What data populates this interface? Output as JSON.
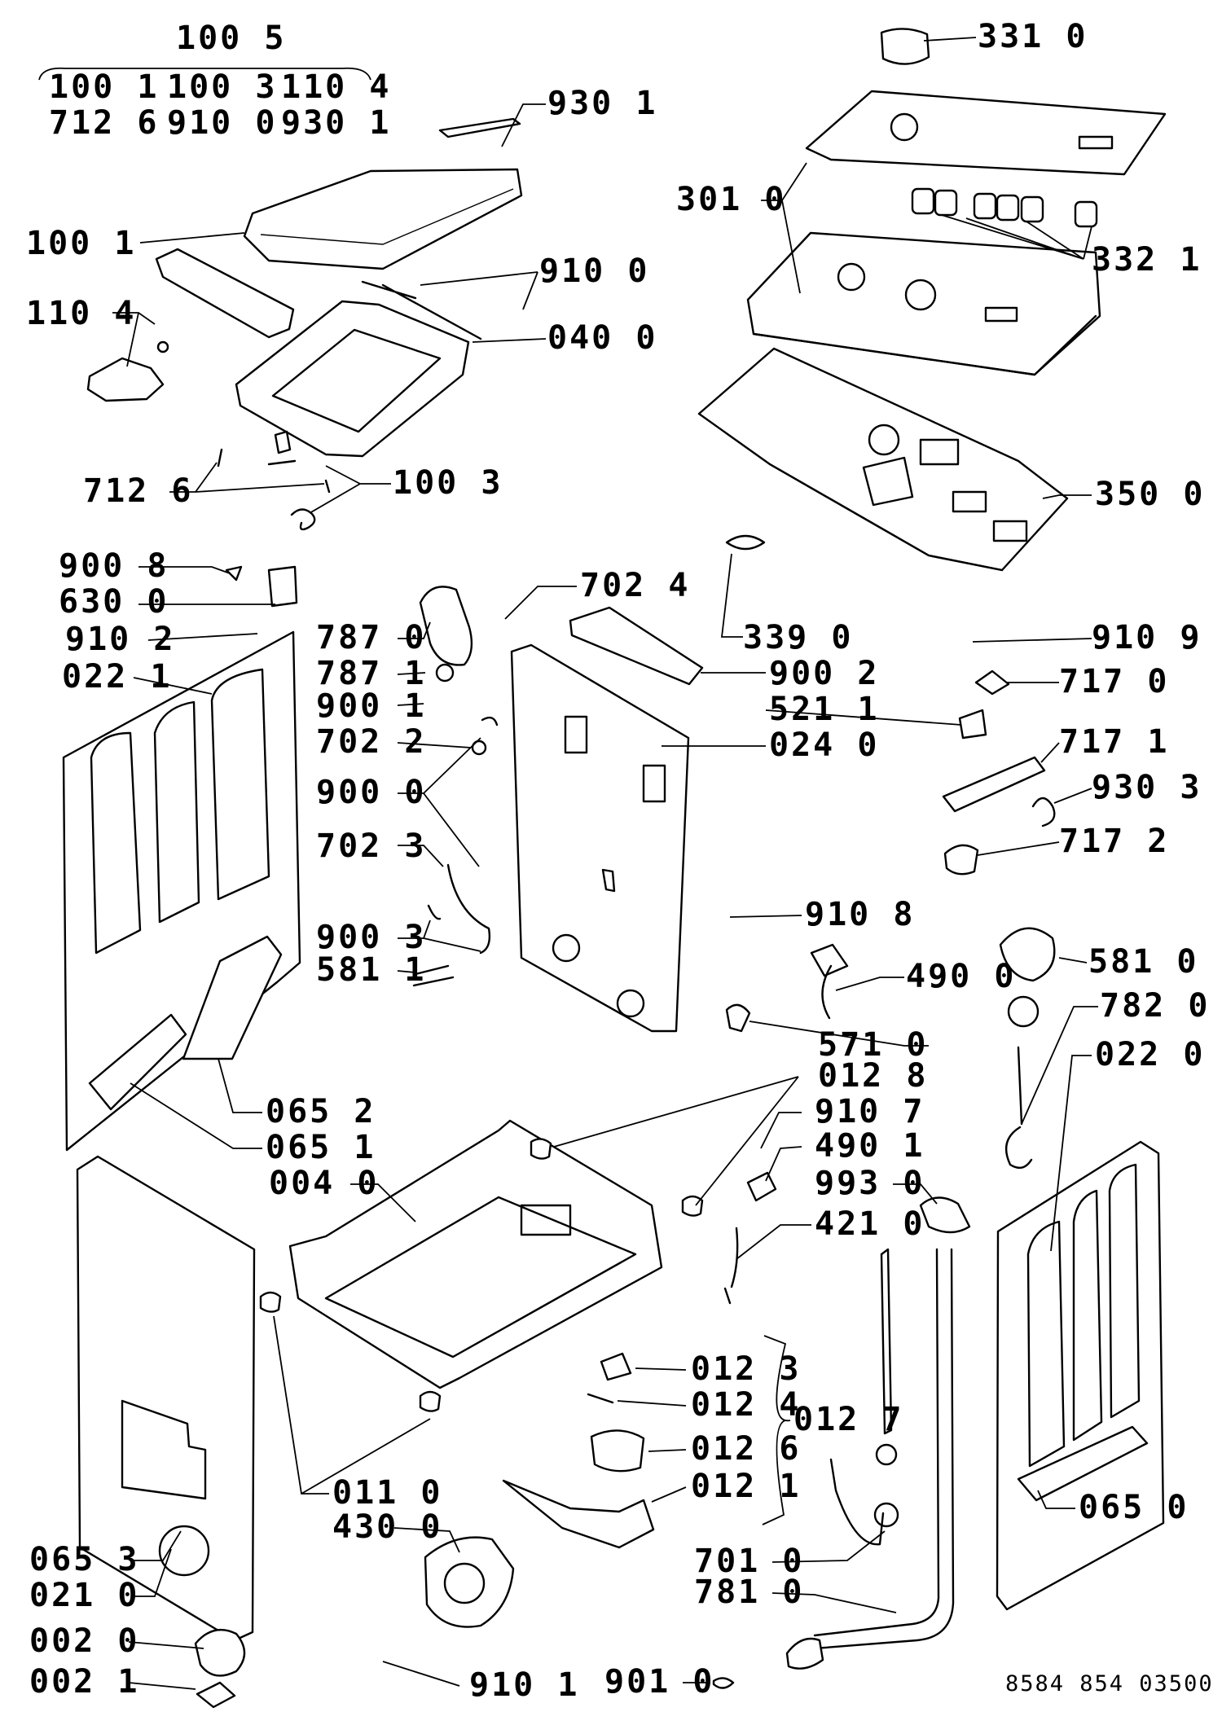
{
  "header_group": {
    "kit_code": "100 5",
    "row1": [
      "100 1",
      "100 3",
      "110 4"
    ],
    "row2": [
      "712 6",
      "910 0",
      "930 1"
    ]
  },
  "labels": {
    "l9301_top": "930 1",
    "l1001": "100 1",
    "l9100": "910 0",
    "l1104": "110 4",
    "l0400": "040 0",
    "l7126": "712 6",
    "l1003": "100 3",
    "l3310": "331 0",
    "l3010": "301 0",
    "l3321": "332 1",
    "l3500": "350 0",
    "l9008": "900 8",
    "l6300": "630 0",
    "l9102": "910 2",
    "l0221": "022 1",
    "l7870": "787 0",
    "l7871": "787 1",
    "l9001": "900 1",
    "l7022": "702 2",
    "l9000": "900 0",
    "l7023": "702 3",
    "l9003": "900 3",
    "l5811": "581 1",
    "l7024": "702 4",
    "l3390": "339 0",
    "l9002": "900 2",
    "l5211": "521 1",
    "l0240": "024 0",
    "l9109": "910 9",
    "l7170": "717 0",
    "l7171": "717 1",
    "l9303": "930 3",
    "l7172": "717 2",
    "l9108": "910 8",
    "l4900": "490 0",
    "l5810": "581 0",
    "l7820": "782 0",
    "l5710": "571 0",
    "l0128": "012 8",
    "l0220": "022 0",
    "l0652": "065 2",
    "l9107": "910 7",
    "l0651": "065 1",
    "l4901": "490 1",
    "l0040": "004 0",
    "l9930": "993 0",
    "l4210": "421 0",
    "l0123": "012 3",
    "l0124": "012 4",
    "l0127": "012 7",
    "l0126": "012 6",
    "l0121": "012 1",
    "l0110": "011 0",
    "l4300": "430 0",
    "l0650": "065 0",
    "l0653": "065 3",
    "l0210": "021 0",
    "l7010": "701 0",
    "l7810": "781 0",
    "l0020": "002 0",
    "l0021": "002 1",
    "l9101": "910 1",
    "l9010": "901 0"
  },
  "document_ref": "8584 854 03500"
}
